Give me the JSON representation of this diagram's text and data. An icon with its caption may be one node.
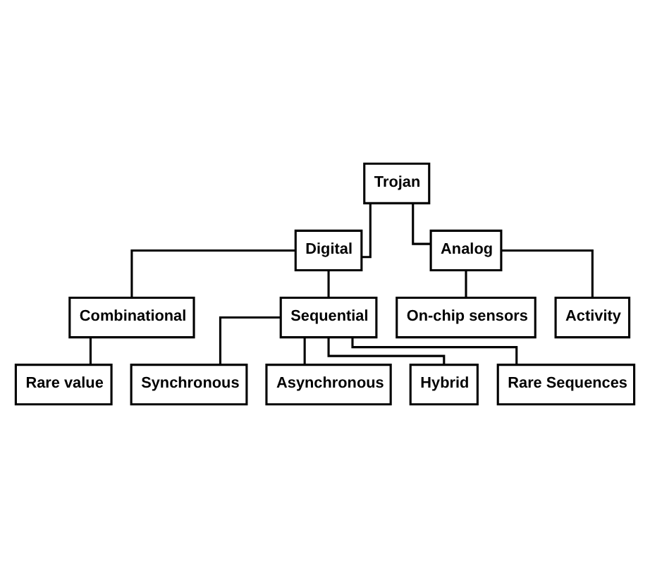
{
  "diagram": {
    "nodes": [
      {
        "text": [
          "Trojan"
        ]
      },
      {
        "text": [
          "Digital"
        ]
      },
      {
        "text": [
          "Analog"
        ]
      },
      {
        "text": [
          "On-chip sensors"
        ]
      },
      {
        "text": [
          "Activity"
        ]
      },
      {
        "text": [
          "Combinational"
        ]
      },
      {
        "text": [
          "Sequential"
        ]
      },
      {
        "text": [
          "Rare value"
        ]
      },
      {
        "text": [
          "Synchronous"
        ]
      },
      {
        "text": [
          "Asynchronous"
        ]
      },
      {
        "text": [
          "Hybrid"
        ]
      },
      {
        "text": [
          "Rare Sequences"
        ]
      }
    ],
    "edges": [
      {
        "from": 0,
        "to": 1,
        "arrow": "none"
      },
      {
        "from": 0,
        "to": 2,
        "arrow": "none"
      },
      {
        "from": 2,
        "to": 3,
        "arrow": "none"
      },
      {
        "from": 2,
        "to": 4,
        "arrow": "none"
      },
      {
        "from": 1,
        "to": 5,
        "arrow": "none"
      },
      {
        "from": 1,
        "to": 6,
        "arrow": "none"
      },
      {
        "from": 5,
        "to": 7,
        "arrow": "none"
      },
      {
        "from": 6,
        "to": 8,
        "arrow": "none"
      },
      {
        "from": 6,
        "to": 9,
        "arrow": "none"
      },
      {
        "from": 6,
        "to": 10,
        "arrow": "none"
      },
      {
        "from": 6,
        "to": 11,
        "arrow": "none"
      }
    ]
  }
}
